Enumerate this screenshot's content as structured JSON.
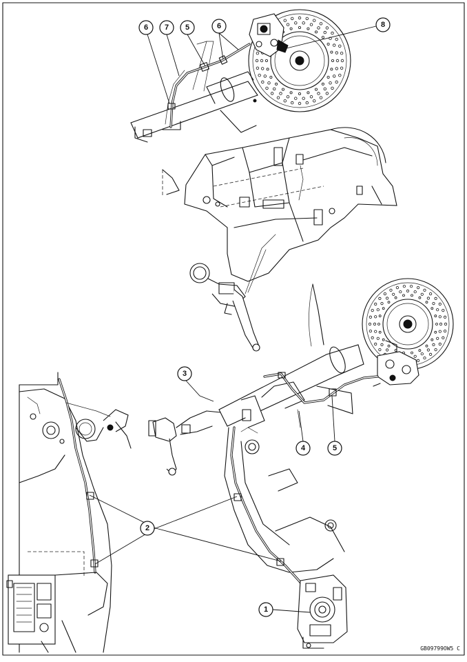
{
  "figure_code": "GB09799OW5 C",
  "callouts": [
    {
      "id": "c1",
      "label": "1"
    },
    {
      "id": "c2",
      "label": "2"
    },
    {
      "id": "c3",
      "label": "3"
    },
    {
      "id": "c4",
      "label": "4"
    },
    {
      "id": "c5a",
      "label": "5"
    },
    {
      "id": "c5b",
      "label": "5"
    },
    {
      "id": "c6a",
      "label": "6"
    },
    {
      "id": "c6b",
      "label": "6"
    },
    {
      "id": "c7",
      "label": "7"
    },
    {
      "id": "c8",
      "label": "8"
    }
  ],
  "colors": {
    "line": "#111111",
    "background": "#ffffff"
  }
}
